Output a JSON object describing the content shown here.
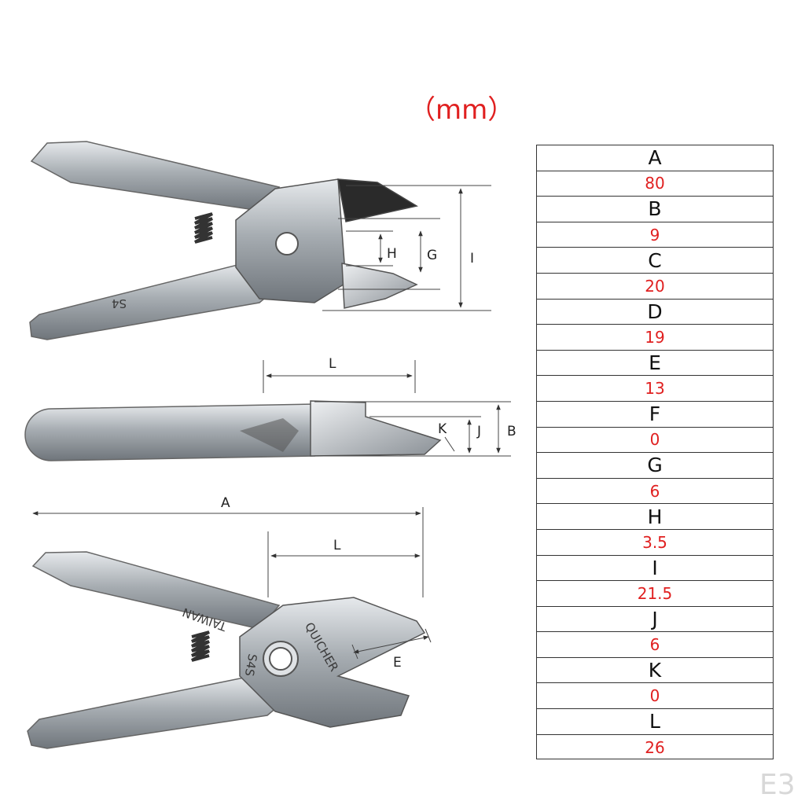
{
  "unit_label": "（mm）",
  "dimension_labels": {
    "A": "A",
    "B": "B",
    "E": "E",
    "G": "G",
    "H": "H",
    "I": "I",
    "J": "J",
    "K": "K",
    "L_top": "L",
    "L_bottom": "L"
  },
  "stamps": {
    "model_top": "S4",
    "country": "TAIWAN",
    "brand": "QUICHER",
    "model_bottom": "S4S"
  },
  "spec_table": [
    {
      "key": "A",
      "value": "80"
    },
    {
      "key": "B",
      "value": "9"
    },
    {
      "key": "C",
      "value": "20"
    },
    {
      "key": "D",
      "value": "19"
    },
    {
      "key": "E",
      "value": "13"
    },
    {
      "key": "F",
      "value": "0"
    },
    {
      "key": "G",
      "value": "6"
    },
    {
      "key": "H",
      "value": "3.5"
    },
    {
      "key": "I",
      "value": "21.5"
    },
    {
      "key": "J",
      "value": "6"
    },
    {
      "key": "K",
      "value": "0"
    },
    {
      "key": "L",
      "value": "26"
    }
  ],
  "watermark": "E3",
  "colors": {
    "value_red": "#e02020",
    "steel": "#a9aeb3"
  }
}
